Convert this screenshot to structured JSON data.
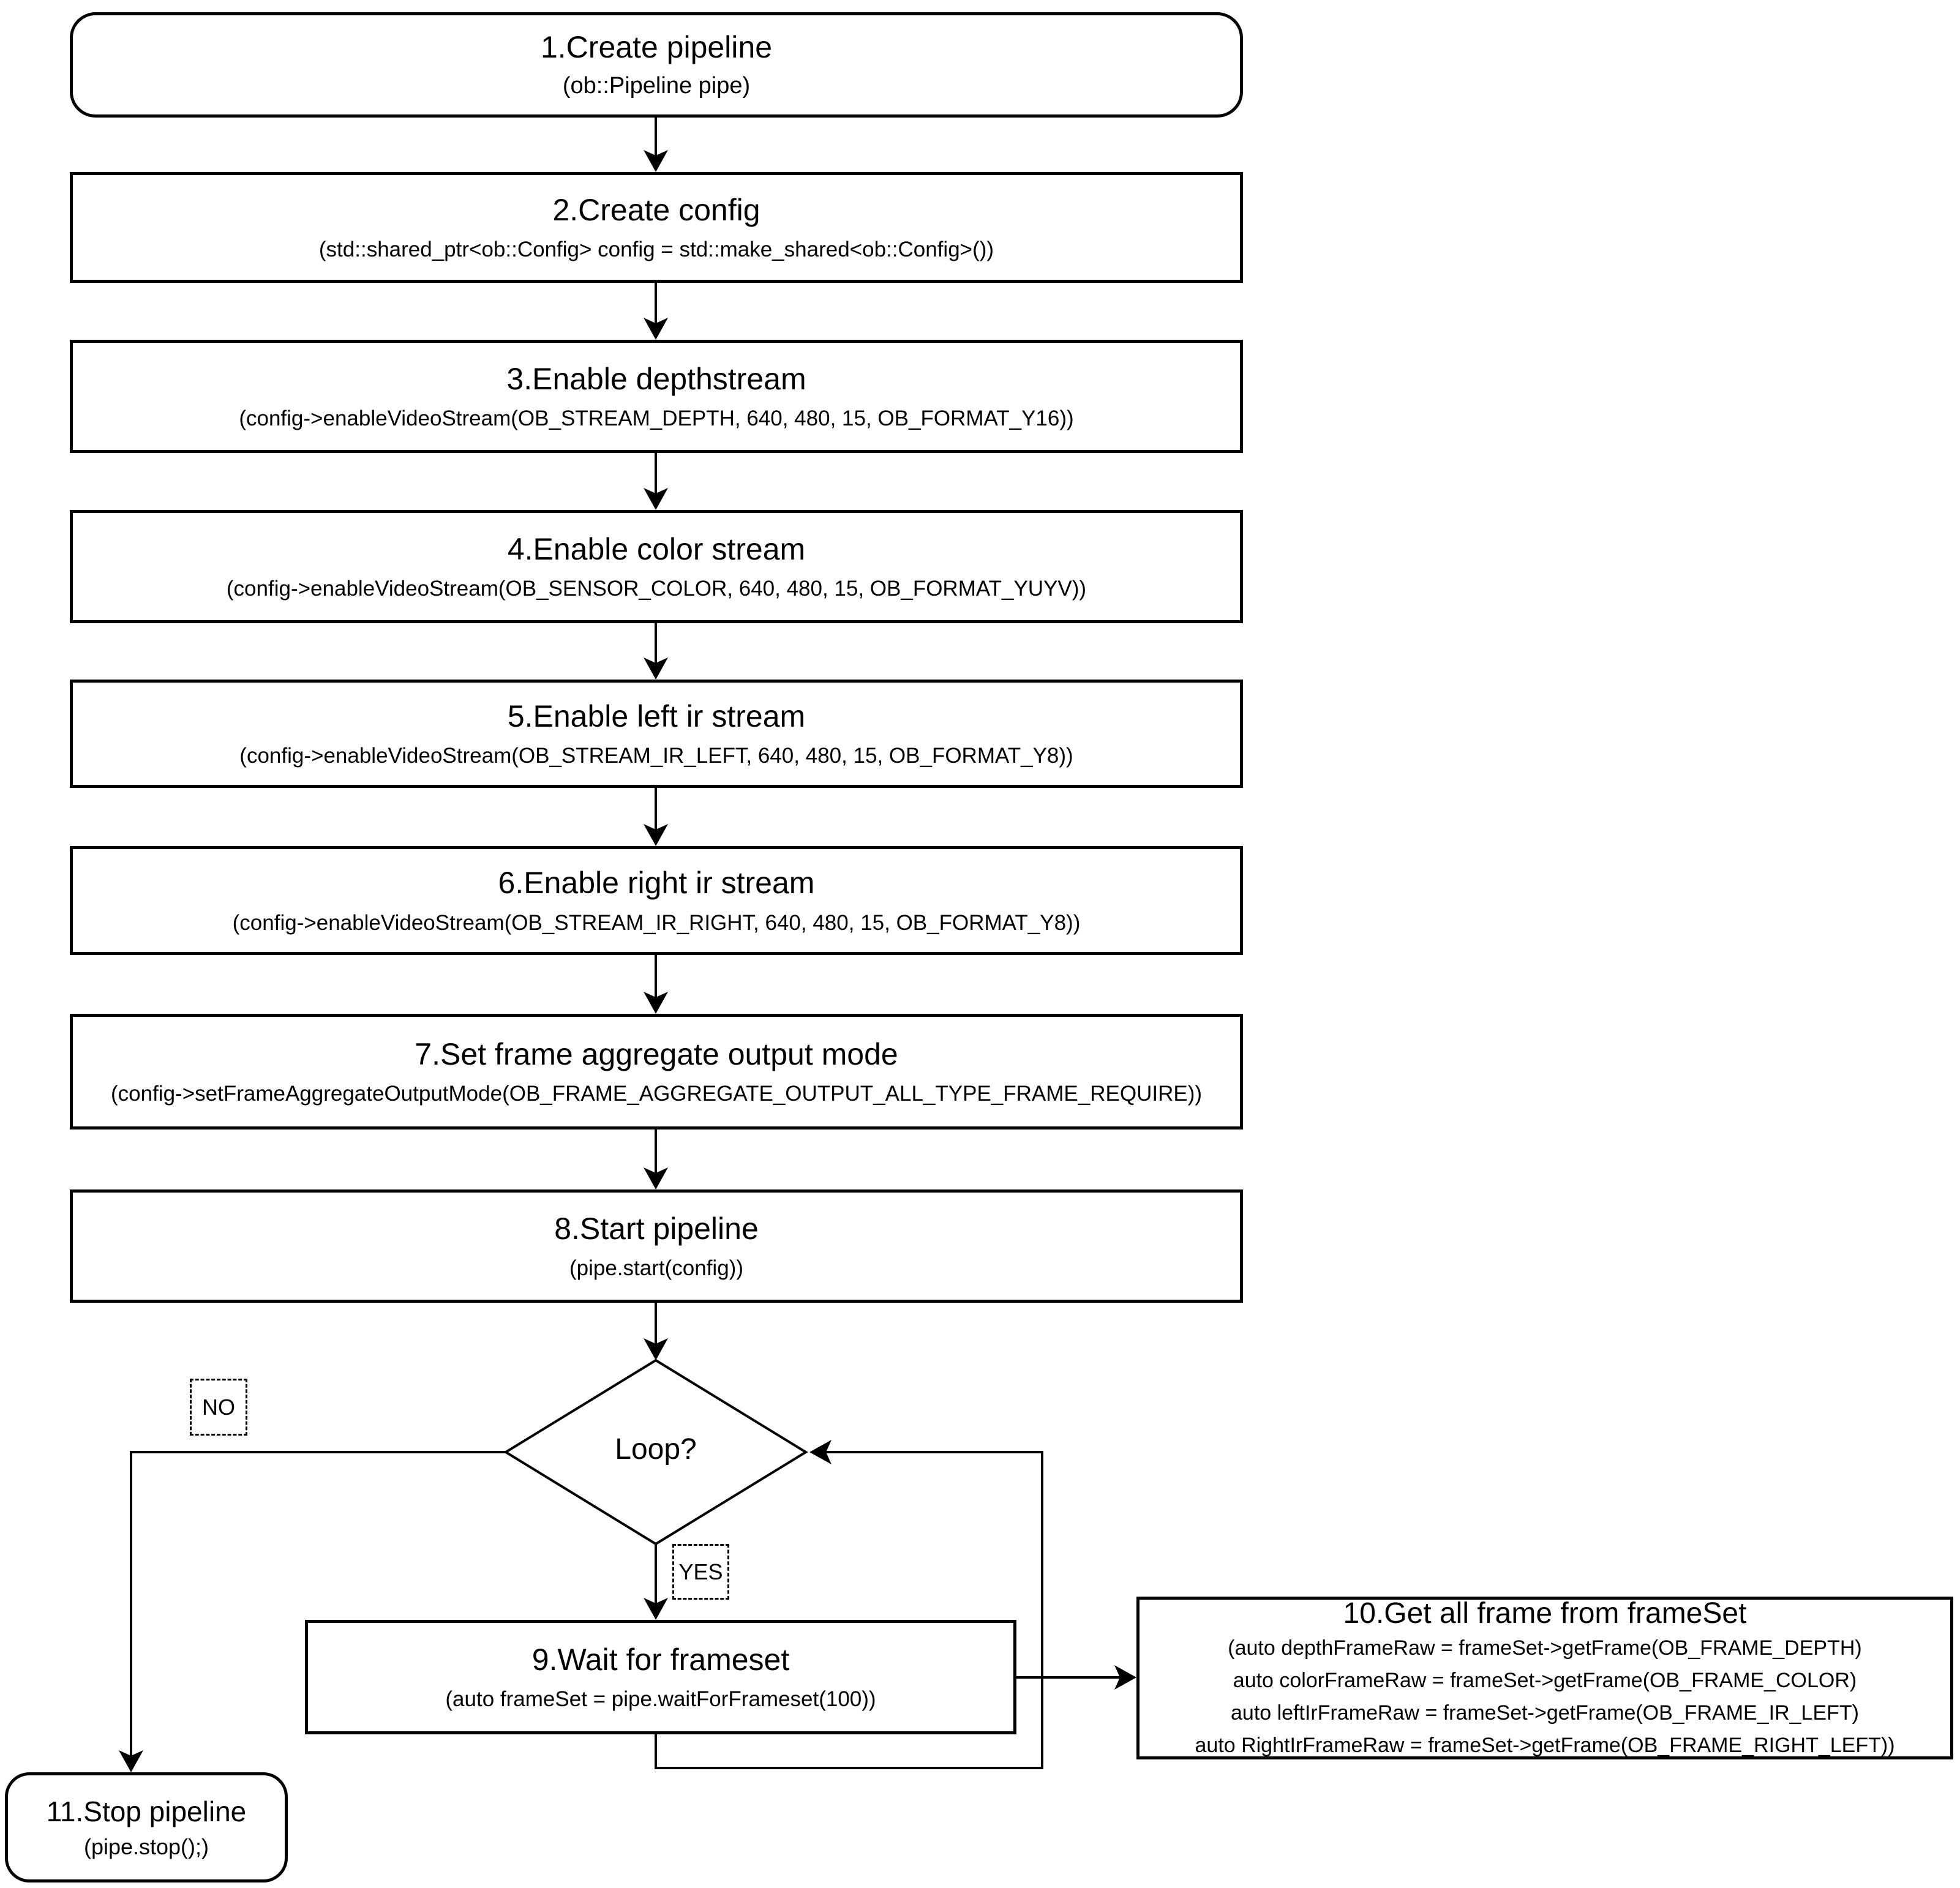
{
  "flowchart": {
    "background": "#ffffff",
    "stroke_color": "#000000",
    "nodes": {
      "n1": {
        "title": "1.Create pipeline",
        "code": "(ob::Pipeline pipe)"
      },
      "n2": {
        "title": "2.Create config",
        "code": "(std::shared_ptr<ob::Config> config = std::make_shared<ob::Config>())"
      },
      "n3": {
        "title": "3.Enable depthstream",
        "code": "(config->enableVideoStream(OB_STREAM_DEPTH, 640, 480, 15, OB_FORMAT_Y16))"
      },
      "n4": {
        "title": "4.Enable color stream",
        "code": "(config->enableVideoStream(OB_SENSOR_COLOR, 640, 480, 15, OB_FORMAT_YUYV))"
      },
      "n5": {
        "title": "5.Enable left ir stream",
        "code": "(config->enableVideoStream(OB_STREAM_IR_LEFT, 640, 480, 15, OB_FORMAT_Y8))"
      },
      "n6": {
        "title": "6.Enable right ir stream",
        "code": "(config->enableVideoStream(OB_STREAM_IR_RIGHT, 640, 480, 15, OB_FORMAT_Y8))"
      },
      "n7": {
        "title": "7.Set frame aggregate output mode",
        "code": "(config->setFrameAggregateOutputMode(OB_FRAME_AGGREGATE_OUTPUT_ALL_TYPE_FRAME_REQUIRE))"
      },
      "n8": {
        "title": "8.Start pipeline",
        "code": "(pipe.start(config))"
      },
      "decision": {
        "title": "Loop?"
      },
      "n9": {
        "title": "9.Wait for frameset",
        "code": "(auto frameSet = pipe.waitForFrameset(100))"
      },
      "n10": {
        "title": "10.Get all frame from frameSet",
        "code_lines": [
          "(auto depthFrameRaw = frameSet->getFrame(OB_FRAME_DEPTH)",
          "auto colorFrameRaw = frameSet->getFrame(OB_FRAME_COLOR)",
          "auto leftIrFrameRaw = frameSet->getFrame(OB_FRAME_IR_LEFT)",
          "auto RightIrFrameRaw = frameSet->getFrame(OB_FRAME_RIGHT_LEFT))"
        ]
      },
      "n11": {
        "title": "11.Stop pipeline",
        "code": "(pipe.stop();)"
      }
    },
    "edge_labels": {
      "no": "NO",
      "yes": "YES"
    }
  }
}
